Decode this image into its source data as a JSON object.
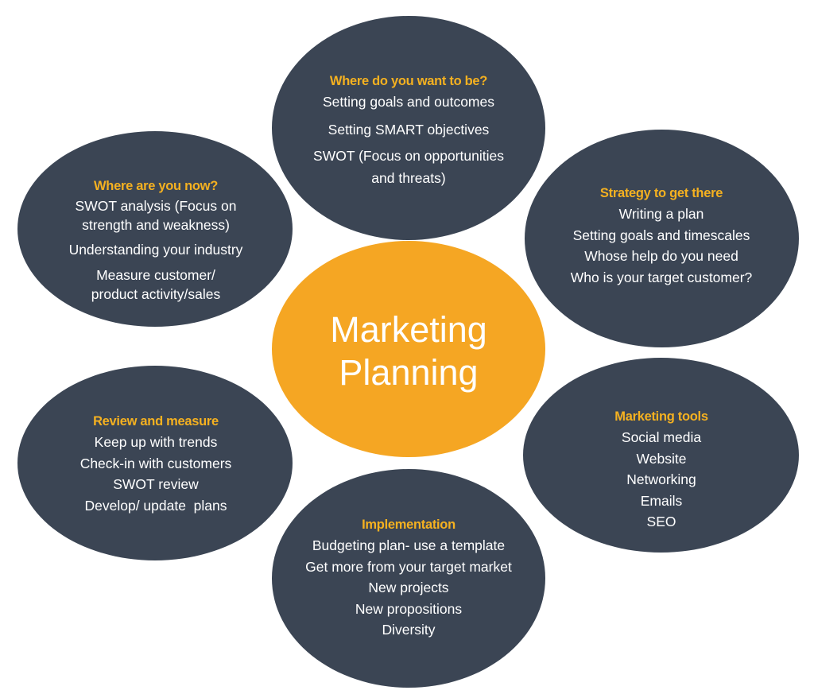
{
  "colors": {
    "node": "#3b4554",
    "center": "#f5a623",
    "heading": "#f5b120",
    "text": "#ffffff"
  },
  "center": {
    "title": "Marketing\nPlanning"
  },
  "nodes": {
    "top": {
      "heading": "Where do you want to be?",
      "items": [
        "Setting goals and outcomes",
        "Setting SMART objectives",
        "SWOT (Focus on opportunities\nand threats)"
      ]
    },
    "left_top": {
      "heading": "Where are you now?",
      "items": [
        "SWOT analysis (Focus on\nstrength and weakness)",
        "Understanding your industry",
        "Measure customer/\nproduct activity/sales"
      ]
    },
    "right_top": {
      "heading": "Strategy to get there",
      "items": [
        "Writing a plan",
        "Setting goals and timescales",
        "Whose help do you need",
        "Who is your target customer?"
      ]
    },
    "left_bottom": {
      "heading": "Review and measure",
      "items": [
        "Keep up with trends",
        "Check-in with customers",
        "SWOT review",
        "Develop/ update  plans"
      ]
    },
    "right_bottom": {
      "heading": "Marketing tools",
      "items": [
        "Social media",
        "Website",
        "Networking",
        "Emails",
        "SEO"
      ]
    },
    "bottom": {
      "heading": "Implementation",
      "items": [
        "Budgeting plan- use a template",
        "Get more from your target market",
        "New projects",
        "New propositions",
        "Diversity"
      ]
    }
  }
}
